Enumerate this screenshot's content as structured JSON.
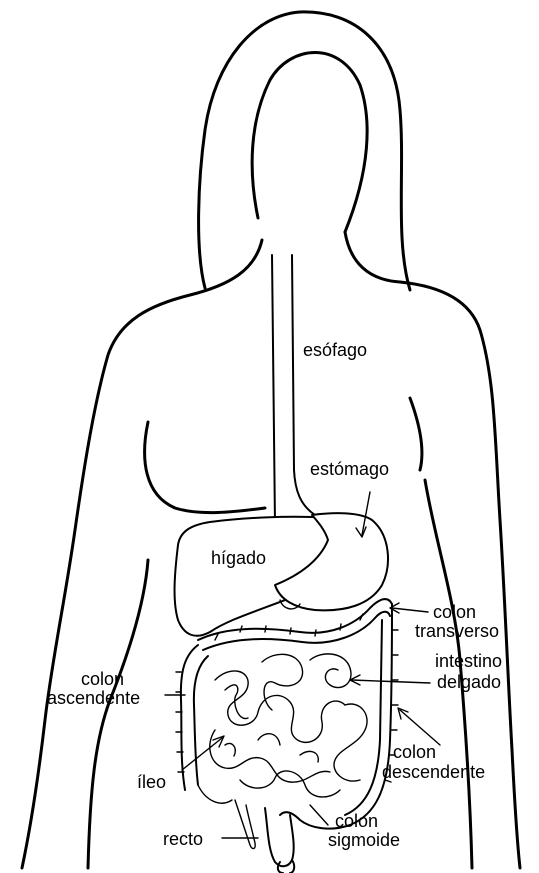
{
  "labels": {
    "esofago": "esófago",
    "estomago": "estómago",
    "higado": "hígado",
    "colon_transverso_1": "colon",
    "colon_transverso_2": "transverso",
    "intestino_delgado_1": "intestino",
    "intestino_delgado_2": "delgado",
    "colon_ascendente_1": "colon",
    "colon_ascendente_2": "ascendente",
    "colon_descendente_1": "colon",
    "colon_descendente_2": "descendente",
    "ileo": "íleo",
    "colon_sigmoide_1": "colon",
    "colon_sigmoide_2": "sigmoide",
    "recto": "recto"
  }
}
